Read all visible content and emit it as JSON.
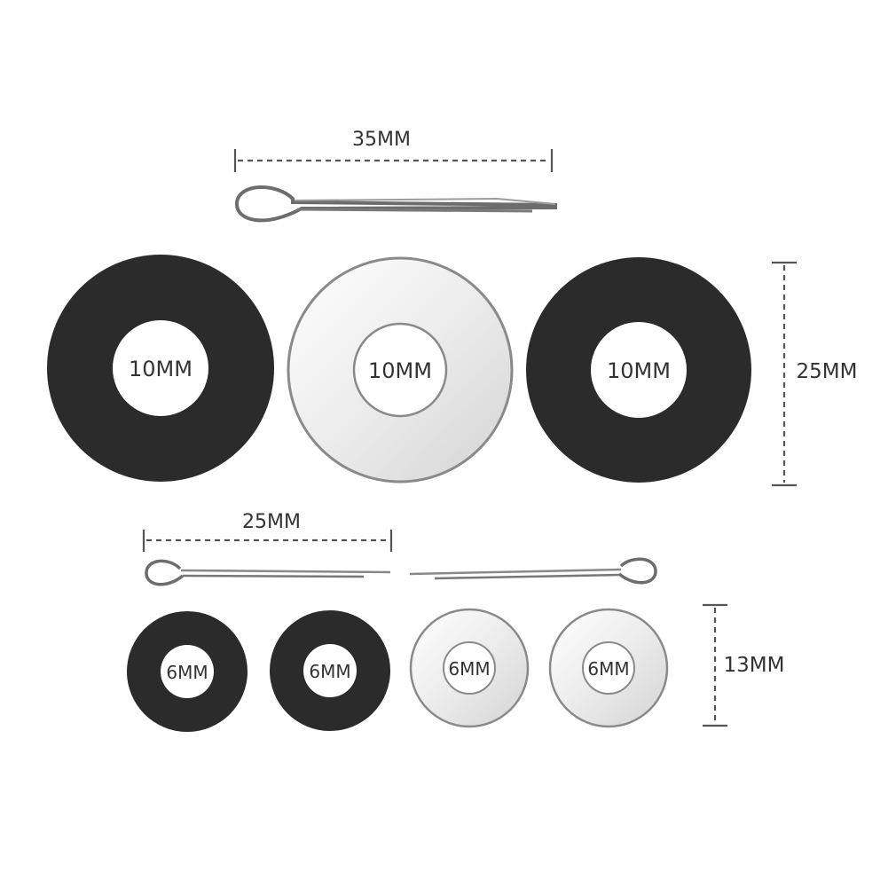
{
  "dimensions": {
    "long_pin_length": "35MM",
    "large_washer_diameter": "25MM",
    "short_pin_length": "25MM",
    "small_washer_diameter": "13MM"
  },
  "large_washers": [
    {
      "label": "10MM",
      "finish": "black"
    },
    {
      "label": "10MM",
      "finish": "silver"
    },
    {
      "label": "10MM",
      "finish": "black"
    }
  ],
  "small_washers": [
    {
      "label": "6MM",
      "finish": "black"
    },
    {
      "label": "6MM",
      "finish": "black"
    },
    {
      "label": "6MM",
      "finish": "silver"
    },
    {
      "label": "6MM",
      "finish": "silver"
    }
  ],
  "colors": {
    "black_washer": "#2b2b2b",
    "silver_washer": "#f2f2f2",
    "silver_edge": "#8a8a8a",
    "dimension_line": "#555555",
    "label_text": "#333333"
  }
}
